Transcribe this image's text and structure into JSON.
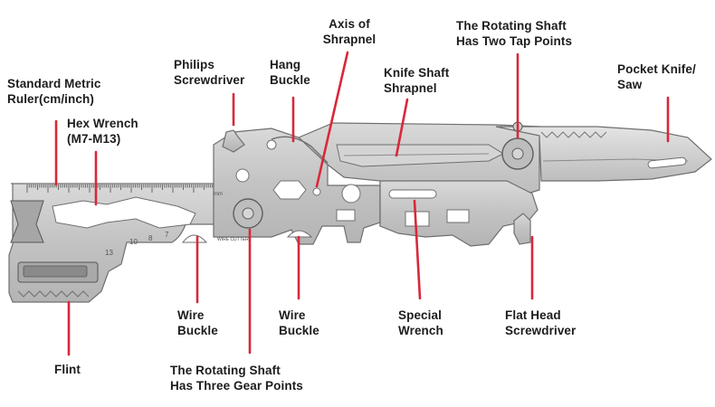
{
  "diagram": {
    "accent_color": "#d8283a",
    "tool_color": "#c4c4c4",
    "tool_outline": "#6f6f6f",
    "labels": {
      "ruler": {
        "lines": [
          "Standard Metric",
          "Ruler(cm/inch)"
        ]
      },
      "hex_wrench": {
        "lines": [
          "Hex Wrench",
          "(M7-M13)"
        ]
      },
      "philips": {
        "lines": [
          "Philips",
          "Screwdriver"
        ]
      },
      "hang_buckle": {
        "lines": [
          "Hang",
          "Buckle"
        ]
      },
      "axis": {
        "lines": [
          "Axis of",
          "Shrapnel"
        ]
      },
      "knife_shaft": {
        "lines": [
          "Knife Shaft",
          "Shrapnel"
        ]
      },
      "rotating_two": {
        "lines": [
          "The Rotating  Shaft",
          "Has Two Tap Points"
        ]
      },
      "pocket_knife": {
        "lines": [
          "Pocket Knife/",
          "Saw"
        ]
      },
      "wire_buckle_1": {
        "lines": [
          "Wire",
          "Buckle"
        ]
      },
      "wire_buckle_2": {
        "lines": [
          "Wire",
          "Buckle"
        ]
      },
      "special": {
        "lines": [
          "Special",
          "Wrench"
        ]
      },
      "flat_head": {
        "lines": [
          "Flat Head",
          "Screwdriver"
        ]
      },
      "flint": {
        "lines": [
          "Flint"
        ]
      },
      "rotating_three": {
        "lines": [
          "The Rotating Shaft",
          "Has Three Gear Points"
        ]
      }
    },
    "engravings": {
      "ruler_unit": "mm",
      "wire_cutter": "WIRE CUTTER",
      "wrench_sizes": [
        "13",
        "10",
        "8",
        "7"
      ]
    }
  }
}
